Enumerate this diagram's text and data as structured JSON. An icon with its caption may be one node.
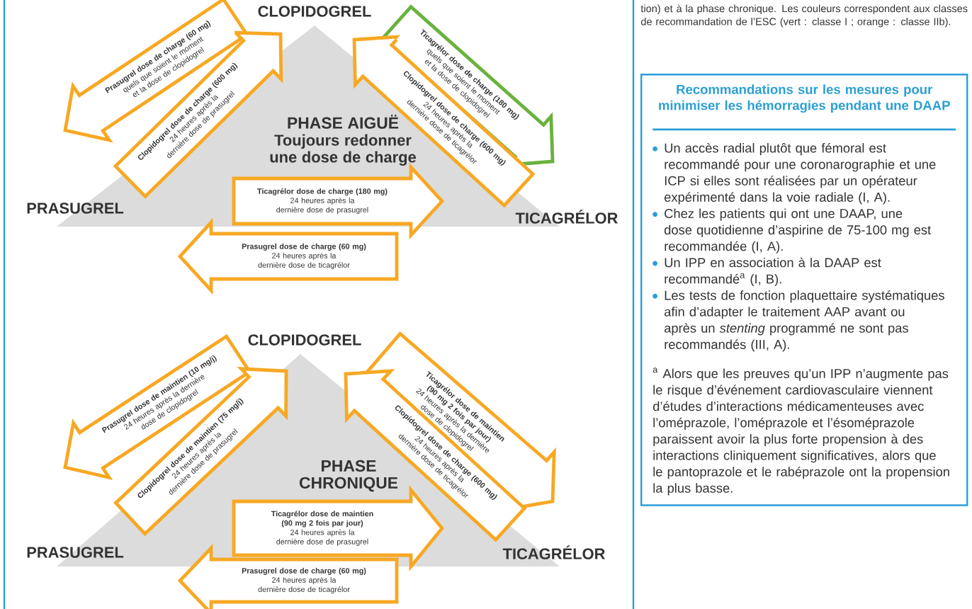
{
  "diagram": {
    "nodes": [
      {
        "text": [
          "CLOPIDOGREL"
        ]
      },
      {
        "text": [
          "PRASUGREL"
        ]
      },
      {
        "text": [
          "TICAGRÉLOR"
        ]
      },
      {
        "text": [
          "PHASE AIGUË",
          "Toujours redonner une dose de charge"
        ]
      },
      {
        "text": [
          "CLOPIDOGREL"
        ]
      },
      {
        "text": [
          "PRASUGREL"
        ]
      },
      {
        "text": [
          "TICAGRÉLOR"
        ]
      },
      {
        "text": [
          "PHASE CHRONIQUE"
        ]
      },
      {
        "text": [
          "Recommandations sur les mesures pour minimiser les hémorragies pendant une DAAP",
          "Un accès radial plutôt que fémoral est recommandé pour une coronarographie et une ICP si elles sont réalisées par un opérateur expérimenté dans la voie radiale (I, A).",
          "Chez les patients qui ont une DAAP, une dose quotidienne d’aspirine de 75-100 mg est recommandée (I, A).",
          "Un IPP en association à la DAAP est recommandé$^{a}$ (I, B).",
          "Les tests de fonction plaquettaire systématiques afin d’adapter le traitement AAP avant ou après un *stenting* programmé ne sont pas recommandés (III, A).",
          "$^{a}$ Alors que les preuves qu’un IPP n’augmente pas le risque d’événement cardiovasculaire viennent d’études d’interactions médicamenteuses avec l’oméprazole, l’oméprazole et l’ésoméprazole paraissent avoir la plus forte propension à des interactions cliniquement significatives, alors que le pantoprazole et le rabéprazole ont la propension la plus basse."
        ]
      }
    ],
    "edges": [
      {
        "from": 0,
        "to": 1,
        "arrow": "to",
        "label": "**Prasugrel dose de charge (60 mg)** quels que soient le moment et la dose de clopidogrel"
      },
      {
        "from": 1,
        "to": 0,
        "arrow": "to",
        "label": "**Clopidogrel dose de charge (600 mg)** 24 heures après la dernière dose de prasugrel"
      },
      {
        "from": 0,
        "to": 2,
        "arrow": "to",
        "color": "#6ab23e",
        "label": "**Ticagrélor dose de charge (180 mg)** quels que soient le moment et la dose de clopidogrel"
      },
      {
        "from": 2,
        "to": 0,
        "arrow": "to",
        "label": "**Clopidogrel dose de charge (600 mg)** 24 heures après la dernière dose de ticagrélor"
      },
      {
        "from": 1,
        "to": 2,
        "arrow": "to",
        "label": "**Ticagrélor dose de charge (180 mg)** 24 heures après la dernière dose de prasugrel"
      },
      {
        "from": 2,
        "to": 1,
        "arrow": "to",
        "label": "**Prasugrel dose de charge (60 mg)** 24 heures après la dernière dose de ticagrélor"
      },
      {
        "from": 4,
        "to": 5,
        "arrow": "to",
        "label": "**Prasugrel dose de maintien (10 mg/j)** 24 heures après la dernière dose de clopidogrel"
      },
      {
        "from": 5,
        "to": 4,
        "arrow": "to",
        "label": "**Clopidogrel dose de maintien (75 mg/j)** 24 heures après la dernière dose de prasugrel"
      },
      {
        "from": 4,
        "to": 6,
        "arrow": "to",
        "label": "**Ticagrélor dose de maintien (90 mg 2 fois par jour)** 24 heures après la dernière dose de clopidogrel"
      },
      {
        "from": 6,
        "to": 4,
        "arrow": "to",
        "label": "**Clopidogrel dose de charge (600 mg)** 24 heures après la dernière dose de ticagrélor"
      },
      {
        "from": 5,
        "to": 6,
        "arrow": "to",
        "label": "**Ticagrélor dose de maintien (90 mg 2 fois par jour)** 24 heures après la dernière dose de prasugrel"
      },
      {
        "from": 6,
        "to": 5,
        "arrow": "to",
        "label": "**Prasugrel dose de charge (60 mg)** 24 heures après la dernière dose de ticagrélor"
      }
    ],
    "labels": [
      "tion) et à la phase chronique. Les couleurs correspondent aux classes de recommandation de l’ESC (vert : classe I ; orange : classe IIb)."
    ]
  }
}
